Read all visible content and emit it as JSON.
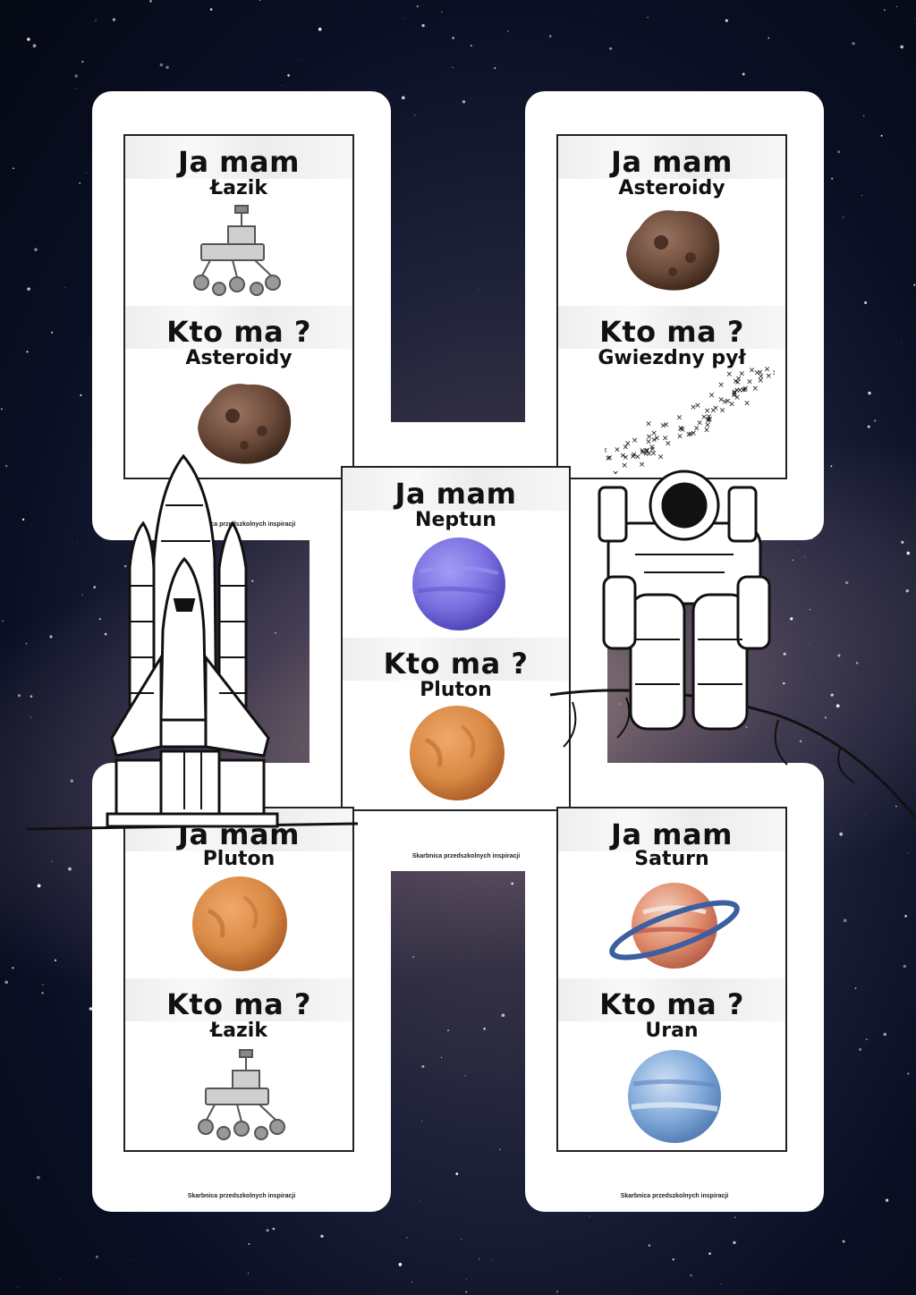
{
  "credit": "Skarbnica przedszkolnych inspiracji",
  "cards": [
    {
      "i_have": "Ja mam",
      "i_have_item": "Łazik",
      "who_has": "Kto ma ?",
      "who_has_item": "Asteroidy"
    },
    {
      "i_have": "Ja mam",
      "i_have_item": "Asteroidy",
      "who_has": "Kto ma ?",
      "who_has_item": "Gwiezdny pył"
    },
    {
      "i_have": "Ja mam",
      "i_have_item": "Neptun",
      "who_has": "Kto ma ?",
      "who_has_item": "Pluton"
    },
    {
      "i_have": "Ja mam",
      "i_have_item": "Pluton",
      "who_has": "Kto ma ?",
      "who_has_item": "Łazik"
    },
    {
      "i_have": "Ja mam",
      "i_have_item": "Saturn",
      "who_has": "Kto ma ?",
      "who_has_item": "Uran"
    }
  ],
  "colors": {
    "neptune": "#7a6fe0",
    "pluto": "#d98a45",
    "uranus": "#7fa8d8",
    "asteroid": "#6b4a3a",
    "saturn_ring": "#3b5fa0"
  }
}
